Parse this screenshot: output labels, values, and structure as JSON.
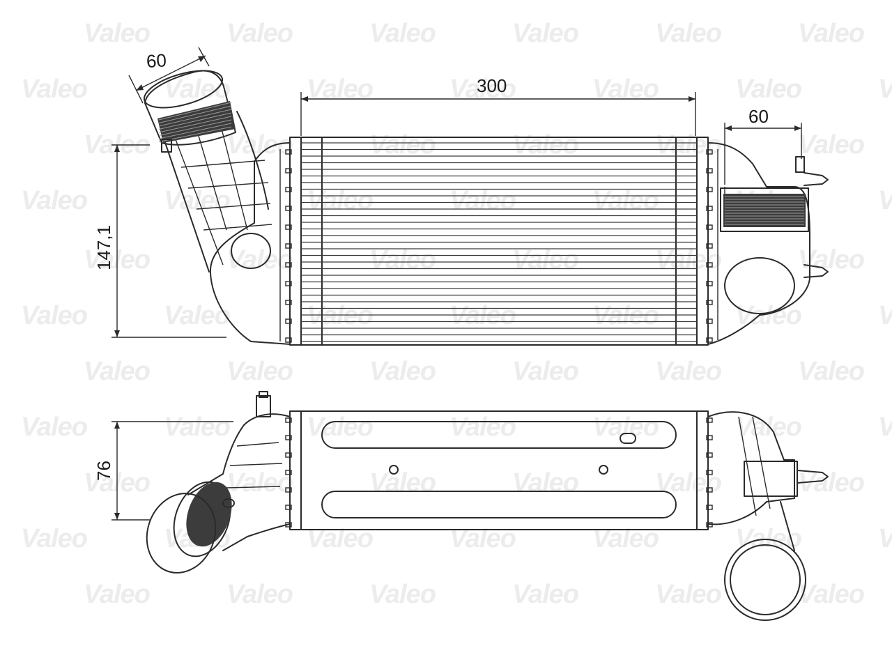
{
  "diagram": {
    "watermark": "Valeo",
    "dimensions": {
      "inlet_diameter": "60",
      "core_width": "300",
      "outlet_diameter": "60",
      "core_height": "147,1",
      "depth": "76"
    }
  }
}
